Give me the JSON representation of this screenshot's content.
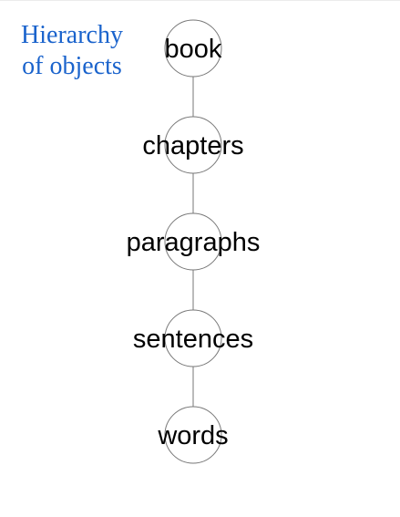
{
  "title": {
    "line1": "Hierarchy",
    "line2": "of objects",
    "color": "#1a63cc"
  },
  "nodes": [
    {
      "id": "book",
      "label": "book"
    },
    {
      "id": "chapters",
      "label": "chapters"
    },
    {
      "id": "paragraphs",
      "label": "paragraphs"
    },
    {
      "id": "sentences",
      "label": "sentences"
    },
    {
      "id": "words",
      "label": "words"
    }
  ],
  "edges": [
    {
      "from": "book",
      "to": "chapters"
    },
    {
      "from": "chapters",
      "to": "paragraphs"
    },
    {
      "from": "paragraphs",
      "to": "sentences"
    },
    {
      "from": "sentences",
      "to": "words"
    }
  ]
}
